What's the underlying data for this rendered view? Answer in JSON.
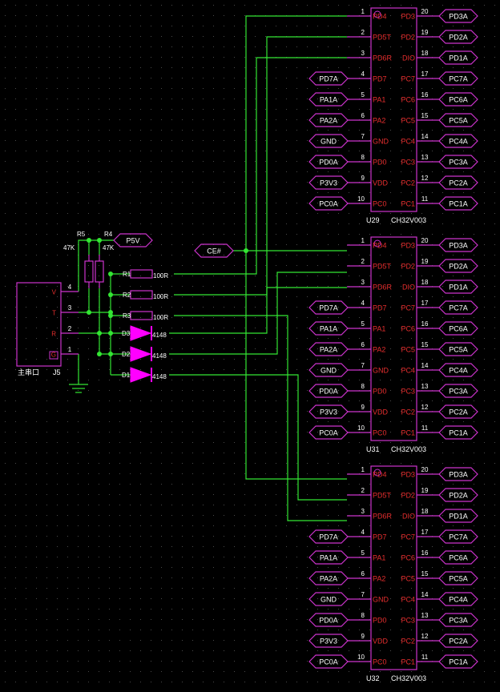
{
  "colors": {
    "background": "#000000",
    "grid_dot": "#4a4a4a",
    "wire": "#33e633",
    "component": "#cc33cc",
    "pin_name": "#e62e2e",
    "pin_number": "#ffffff",
    "label_text": "#ffffff",
    "designator": "#ffffff",
    "diode_fill": "#ff00ff",
    "junction": "#33e633"
  },
  "chips": [
    {
      "ref": "U29",
      "part": "CH32V003",
      "left_pins": [
        {
          "num": "1",
          "name": "PD4",
          "net": ""
        },
        {
          "num": "2",
          "name": "PD5T",
          "net": ""
        },
        {
          "num": "3",
          "name": "PD6R",
          "net": ""
        },
        {
          "num": "4",
          "name": "PD7",
          "net": "PD7A"
        },
        {
          "num": "5",
          "name": "PA1",
          "net": "PA1A"
        },
        {
          "num": "6",
          "name": "PA2",
          "net": "PA2A"
        },
        {
          "num": "7",
          "name": "GND",
          "net": "GND"
        },
        {
          "num": "8",
          "name": "PD0",
          "net": "PD0A"
        },
        {
          "num": "9",
          "name": "VDD",
          "net": "P3V3"
        },
        {
          "num": "10",
          "name": "PC0",
          "net": "PC0A"
        }
      ],
      "right_pins": [
        {
          "num": "20",
          "name": "PD3",
          "net": "PD3A"
        },
        {
          "num": "19",
          "name": "PD2",
          "net": "PD2A"
        },
        {
          "num": "18",
          "name": "DIO",
          "net": "PD1A"
        },
        {
          "num": "17",
          "name": "PC7",
          "net": "PC7A"
        },
        {
          "num": "16",
          "name": "PC6",
          "net": "PC6A"
        },
        {
          "num": "15",
          "name": "PC5",
          "net": "PC5A"
        },
        {
          "num": "14",
          "name": "PC4",
          "net": "PC4A"
        },
        {
          "num": "13",
          "name": "PC3",
          "net": "PC3A"
        },
        {
          "num": "12",
          "name": "PC2",
          "net": "PC2A"
        },
        {
          "num": "11",
          "name": "PC1",
          "net": "PC1A"
        }
      ]
    },
    {
      "ref": "U31",
      "part": "CH32V003",
      "left_pins": [
        {
          "num": "1",
          "name": "PD4",
          "net": ""
        },
        {
          "num": "2",
          "name": "PD5T",
          "net": ""
        },
        {
          "num": "3",
          "name": "PD6R",
          "net": ""
        },
        {
          "num": "4",
          "name": "PD7",
          "net": "PD7A"
        },
        {
          "num": "5",
          "name": "PA1",
          "net": "PA1A"
        },
        {
          "num": "6",
          "name": "PA2",
          "net": "PA2A"
        },
        {
          "num": "7",
          "name": "GND",
          "net": "GND"
        },
        {
          "num": "8",
          "name": "PD0",
          "net": "PD0A"
        },
        {
          "num": "9",
          "name": "VDD",
          "net": "P3V3"
        },
        {
          "num": "10",
          "name": "PC0",
          "net": "PC0A"
        }
      ],
      "right_pins": [
        {
          "num": "20",
          "name": "PD3",
          "net": "PD3A"
        },
        {
          "num": "19",
          "name": "PD2",
          "net": "PD2A"
        },
        {
          "num": "18",
          "name": "DIO",
          "net": "PD1A"
        },
        {
          "num": "17",
          "name": "PC7",
          "net": "PC7A"
        },
        {
          "num": "16",
          "name": "PC6",
          "net": "PC6A"
        },
        {
          "num": "15",
          "name": "PC5",
          "net": "PC5A"
        },
        {
          "num": "14",
          "name": "PC4",
          "net": "PC4A"
        },
        {
          "num": "13",
          "name": "PC3",
          "net": "PC3A"
        },
        {
          "num": "12",
          "name": "PC2",
          "net": "PC2A"
        },
        {
          "num": "11",
          "name": "PC1",
          "net": "PC1A"
        }
      ]
    },
    {
      "ref": "U32",
      "part": "CH32V003",
      "left_pins": [
        {
          "num": "1",
          "name": "PD4",
          "net": ""
        },
        {
          "num": "2",
          "name": "PD5T",
          "net": ""
        },
        {
          "num": "3",
          "name": "PD6R",
          "net": ""
        },
        {
          "num": "4",
          "name": "PD7",
          "net": "PD7A"
        },
        {
          "num": "5",
          "name": "PA1",
          "net": "PA1A"
        },
        {
          "num": "6",
          "name": "PA2",
          "net": "PA2A"
        },
        {
          "num": "7",
          "name": "GND",
          "net": "GND"
        },
        {
          "num": "8",
          "name": "PD0",
          "net": "PD0A"
        },
        {
          "num": "9",
          "name": "VDD",
          "net": "P3V3"
        },
        {
          "num": "10",
          "name": "PC0",
          "net": "PC0A"
        }
      ],
      "right_pins": [
        {
          "num": "20",
          "name": "PD3",
          "net": "PD3A"
        },
        {
          "num": "19",
          "name": "PD2",
          "net": "PD2A"
        },
        {
          "num": "18",
          "name": "DIO",
          "net": "PD1A"
        },
        {
          "num": "17",
          "name": "PC7",
          "net": "PC7A"
        },
        {
          "num": "16",
          "name": "PC6",
          "net": "PC6A"
        },
        {
          "num": "15",
          "name": "PC5",
          "net": "PC5A"
        },
        {
          "num": "14",
          "name": "PC4",
          "net": "PC4A"
        },
        {
          "num": "13",
          "name": "PC3",
          "net": "PC3A"
        },
        {
          "num": "12",
          "name": "PC2",
          "net": "PC2A"
        },
        {
          "num": "11",
          "name": "PC1",
          "net": "PC1A"
        }
      ]
    }
  ],
  "connector": {
    "ref": "J5",
    "name": "主串口",
    "pins": [
      {
        "num": "4",
        "name": "V"
      },
      {
        "num": "3",
        "name": "T"
      },
      {
        "num": "2",
        "name": "R"
      },
      {
        "num": "1",
        "name": "G"
      }
    ]
  },
  "pullups": [
    {
      "ref": "R5",
      "value": "47K"
    },
    {
      "ref": "R4",
      "value": "47K"
    }
  ],
  "resistors": [
    {
      "ref": "R1",
      "value": "100R"
    },
    {
      "ref": "R2",
      "value": "100R"
    },
    {
      "ref": "R3",
      "value": "100R"
    }
  ],
  "diodes": [
    {
      "ref": "D3",
      "value": "4148"
    },
    {
      "ref": "D2",
      "value": "4148"
    },
    {
      "ref": "D1",
      "value": "4148"
    }
  ],
  "power_label": "P5V",
  "ce_label": "CE#"
}
